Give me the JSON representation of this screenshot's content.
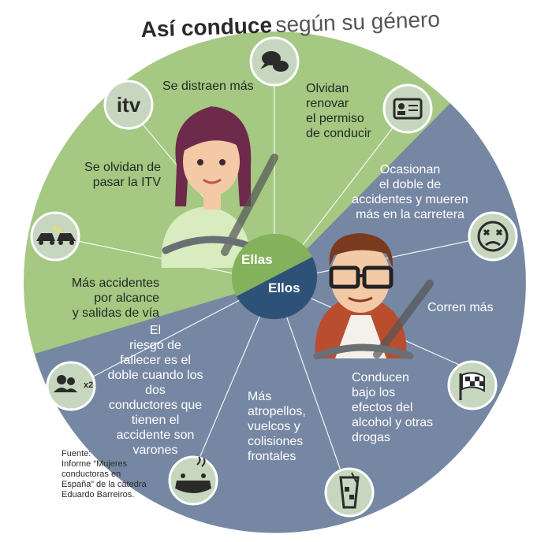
{
  "title": {
    "bold": "Así conduce",
    "light": "según su género"
  },
  "hub": {
    "women": "Ellas",
    "men": "Ellos"
  },
  "women": {
    "items": [
      {
        "icon": "speech-bubble-icon",
        "text": "Se distraen más"
      },
      {
        "icon": "id-card-icon",
        "text": "Olvidan\nrenovar\nel permiso\nde conducir"
      },
      {
        "icon": "itv-icon",
        "icon_text": "itv",
        "text": "Se olvidan de\npasar la ITV"
      },
      {
        "icon": "car-crash-icon",
        "text": "Más accidentes\npor alcance\ny salidas de vía"
      }
    ]
  },
  "men": {
    "items": [
      {
        "icon": "dead-face-icon",
        "text": "Ocasionan\nel doble de\naccidentes y mueren\nmás en la carretera"
      },
      {
        "icon": "checkered-flag-icon",
        "text": "Corren más"
      },
      {
        "icon": "drink-glass-icon",
        "text": "Conducen\nbajo los\nefectos del\nalcohol y otras\ndrogas"
      },
      {
        "icon": "overturned-car-icon",
        "text": "Más\natropellos,\nvuelcos y\ncolisiones\nfrontales"
      },
      {
        "icon": "two-people-icon",
        "icon_text": "x2",
        "text": "El\nriesgo de\nfallecer es el\ndoble cuando los dos\nconductores que\ntienen el\naccidente son\nvarones"
      }
    ]
  },
  "source": "Fuente:\nInforme “Mujeres\nconductoras en\nEspaña” de la cátedra\nEduardo Barreiros.",
  "colors": {
    "women": "#a5c883",
    "men": "#7687a4",
    "hub_women": "#84b25c",
    "hub_men": "#2e5277",
    "icon_circle": "#c7d7bf"
  }
}
